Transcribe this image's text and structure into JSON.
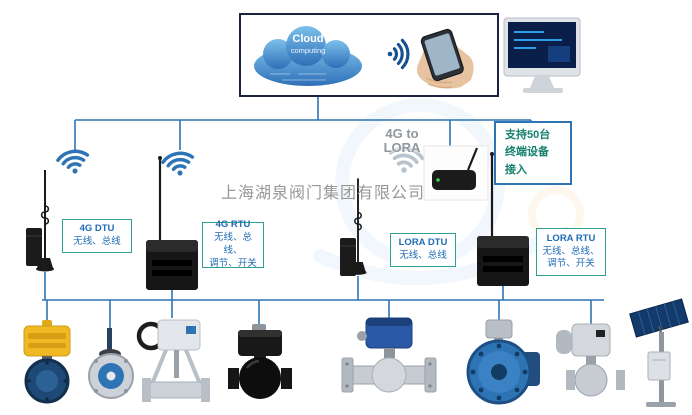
{
  "watermark": "上海湖泉阀门集团有限公司",
  "cloud": {
    "title": "Cloud",
    "subtitle": "computing"
  },
  "gateway": {
    "line1": "4G to",
    "line2": "LORA"
  },
  "note_box": {
    "line1": "支持50台",
    "line2": "终端设备",
    "line3": "接入"
  },
  "device_labels": {
    "dtu4g": {
      "title": "4G DTU",
      "desc1": "无线、总线"
    },
    "rtu4g": {
      "title": "4G RTU",
      "desc1": "无线、总线、",
      "desc2": "调节、开关"
    },
    "lora_dtu": {
      "title": "LORA DTU",
      "desc1": "无线、总线"
    },
    "lora_rtu": {
      "title": "LORA RTU",
      "desc1": "无线、总线、",
      "desc2": "调节、开关"
    }
  },
  "icons": {
    "wifi": "wifi-icon",
    "antenna": "antenna-icon",
    "cloud": "cloud-computing-icon",
    "phone": "hand-holding-phone",
    "monitor": "desktop-monitor-icon",
    "solar": "solar-panel-icon"
  },
  "colors": {
    "line_blue": "#2e74b5",
    "label_border_teal": "#2fa094",
    "label_text_blue": "#1f6bb5",
    "note_text_teal": "#17806f",
    "cloud_blue": "#4a90d9",
    "actuator_yellow": "#f2b824",
    "valve_navy": "#1e4976",
    "valve_blue": "#2e74b5"
  }
}
